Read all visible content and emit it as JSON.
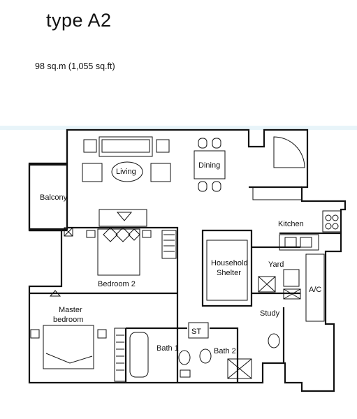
{
  "title": "type A2",
  "area": "98 sq.m (1,055 sq.ft)",
  "rooms": {
    "living": "Living",
    "dining": "Dining",
    "balcony": "Balcony",
    "kitchen": "Kitchen",
    "household_shelter_line1": "Household",
    "household_shelter_line2": "Shelter",
    "yard": "Yard",
    "ac": "A/C",
    "bedroom2": "Bedroom 2",
    "master_line1": "Master",
    "master_line2": "bedroom",
    "study": "Study",
    "bath1": "Bath 1",
    "bath2": "Bath 2",
    "store": "ST"
  }
}
